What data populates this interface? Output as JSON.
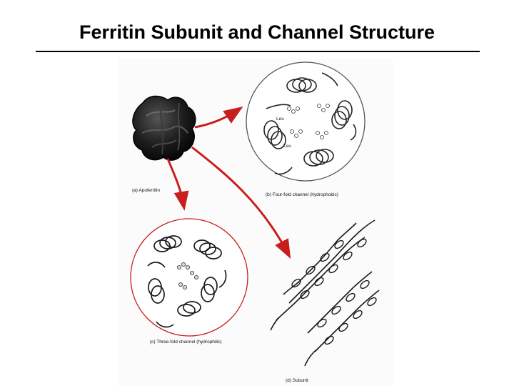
{
  "slide": {
    "title": "Ferritin Subunit and Channel Structure"
  },
  "figure": {
    "panel_a_caption": "(a) Apoferritin",
    "panel_b_caption": "(b) Four-fold channel (hydrophobic)",
    "panel_c_caption": "(c) Three-fold channel (hydrophilic)",
    "panel_d_caption": "(d) Subunit",
    "residue_label_top": "Leu",
    "residue_label_bottom": "Leu",
    "colors": {
      "arrow": "#c81e1e",
      "red_circle": "#c81e1e",
      "gray_circle": "#555555",
      "protein": "#222222"
    }
  }
}
